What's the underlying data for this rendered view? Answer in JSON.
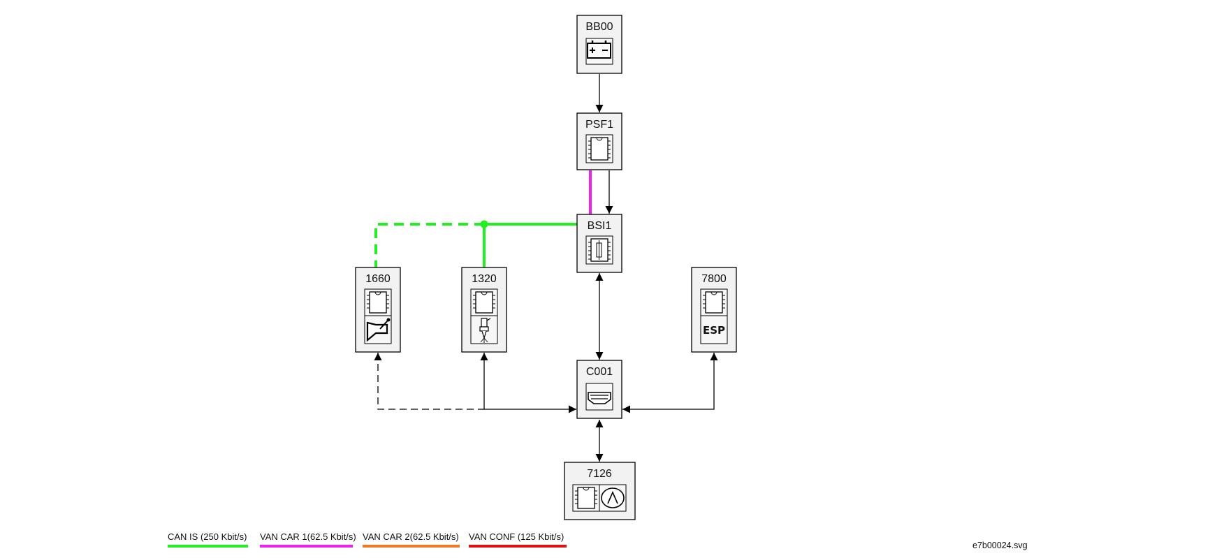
{
  "nodes": {
    "bb00": {
      "label": "BB00",
      "icon": "battery-icon"
    },
    "psf1": {
      "label": "PSF1",
      "icon": "chip-icon"
    },
    "bsi1": {
      "label": "BSI1",
      "icon": "chip-fuse-icon"
    },
    "n1660": {
      "label": "1660",
      "icon": "chip-and-horn-icon"
    },
    "n1320": {
      "label": "1320",
      "icon": "chip-and-injector-icon"
    },
    "n7800": {
      "label": "7800",
      "icon": "chip-and-esp-icon",
      "esp_text": "ESP"
    },
    "c001": {
      "label": "C001",
      "icon": "diagnostic-connector-icon"
    },
    "n7126": {
      "label": "7126",
      "icon": "chip-and-gauge-icon"
    }
  },
  "legend": [
    {
      "label": "CAN IS (250 Kbit/s)",
      "color": "#22ee22"
    },
    {
      "label": "VAN CAR 1(62.5 Kbit/s)",
      "color": "#ee22ee"
    },
    {
      "label": "VAN CAR 2(62.5 Kbit/s)",
      "color": "#f07820"
    },
    {
      "label": "VAN CONF (125 Kbit/s)",
      "color": "#e01010"
    }
  ],
  "colors": {
    "can_is": "#22ee22",
    "van_car_1": "#ee22ee"
  },
  "file_name": "e7b00024.svg"
}
